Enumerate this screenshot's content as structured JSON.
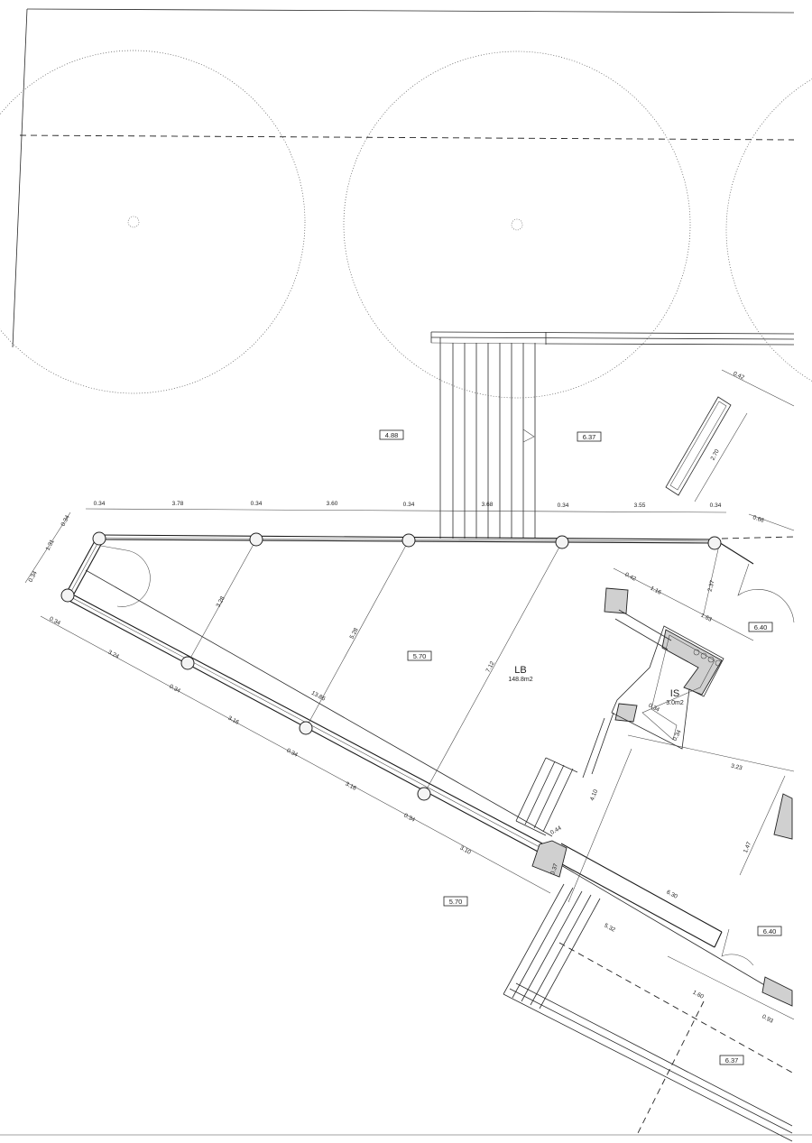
{
  "plan": {
    "rooms": [
      {
        "code": "LB",
        "area": "148.8m2"
      },
      {
        "code": "IS",
        "area": "3.0m2"
      }
    ],
    "levels": [
      "4.88",
      "6.37",
      "5.70",
      "6.40",
      "5.70",
      "6.40",
      "6.37"
    ],
    "dims_top": [
      "0.34",
      "3.78",
      "0.34",
      "3.60",
      "0.34",
      "3.68",
      "0.34",
      "3.55",
      "0.34"
    ],
    "dims_diag": [
      "0.34",
      "3.24",
      "0.34",
      "3.16",
      "0.34",
      "3.16",
      "0.34",
      "3.10"
    ],
    "dims_left": [
      "0.34",
      "1.31",
      "0.34"
    ],
    "dims_misc": [
      "0.42",
      "2.70",
      "0.66",
      "2.37",
      "0.42",
      "1.16",
      "1.63",
      "3.28",
      "5.28",
      "7.12",
      "13.86",
      "4.10",
      "3.23",
      "1.47",
      "0.44",
      "0.37",
      "6.30",
      "5.32",
      "1.60",
      "0.93",
      "0.34",
      "0.34"
    ]
  }
}
